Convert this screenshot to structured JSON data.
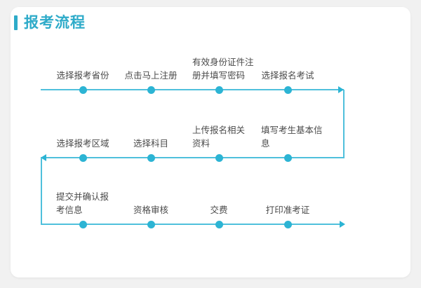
{
  "page": {
    "background_color": "#f1f1f1",
    "card_background": "#ffffff"
  },
  "header": {
    "title": "报考流程",
    "accent_color": "#2eabc9"
  },
  "flowchart": {
    "line_color": "#4fc0dc",
    "dot_color": "#2cb4d4",
    "direction_note": "serpentine: row1 left-to-right, row2 right-to-left, row3 left-to-right",
    "rows": [
      {
        "index": 1,
        "direction": "left-to-right",
        "steps": [
          {
            "order": 1,
            "label": "选择报考省份"
          },
          {
            "order": 2,
            "label": "点击马上注册"
          },
          {
            "order": 3,
            "label": "有效身份证件注\n册并填写密码"
          },
          {
            "order": 4,
            "label": "选择报名考试"
          }
        ]
      },
      {
        "index": 2,
        "direction": "right-to-left",
        "steps": [
          {
            "order": 8,
            "label": "选择报考区域"
          },
          {
            "order": 7,
            "label": "选择科目"
          },
          {
            "order": 6,
            "label": "上传报名相关\n资料"
          },
          {
            "order": 5,
            "label": "填写考生基本信\n息"
          }
        ]
      },
      {
        "index": 3,
        "direction": "left-to-right",
        "steps": [
          {
            "order": 9,
            "label": "提交并确认报\n考信息"
          },
          {
            "order": 10,
            "label": "资格审核"
          },
          {
            "order": 11,
            "label": "交费"
          },
          {
            "order": 12,
            "label": "打印准考证"
          }
        ]
      }
    ]
  }
}
